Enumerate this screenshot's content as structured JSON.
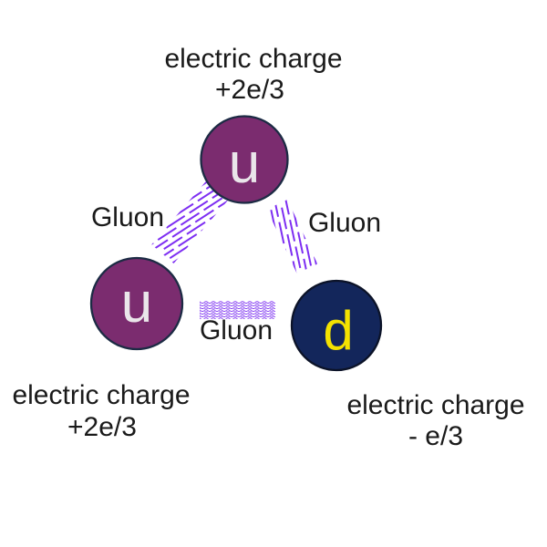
{
  "figure": {
    "quarks": {
      "top": {
        "symbol": "u",
        "charge_line1": "electric charge",
        "charge_line2": "+2e/3"
      },
      "left": {
        "symbol": "u",
        "charge_line1": "electric charge",
        "charge_line2": "+2e/3"
      },
      "right": {
        "symbol": "d",
        "charge_line1": "electric charge",
        "charge_line2": "- e/3"
      }
    },
    "gluons": {
      "upper_left": "Gluon",
      "upper_right": "Gluon",
      "bottom": "Gluon"
    },
    "colors": {
      "background": "#FFFFFF",
      "up_quark_fill": "#7B2C6F",
      "up_quark_stroke": "#1C2B44",
      "up_quark_text": "#EAE6EA",
      "down_quark_fill": "#13265B",
      "down_quark_stroke": "#0C1328",
      "down_quark_text": "#F4E200",
      "gluon_hatch": "#7D2EF2",
      "label_text": "#1A1A1A"
    }
  }
}
